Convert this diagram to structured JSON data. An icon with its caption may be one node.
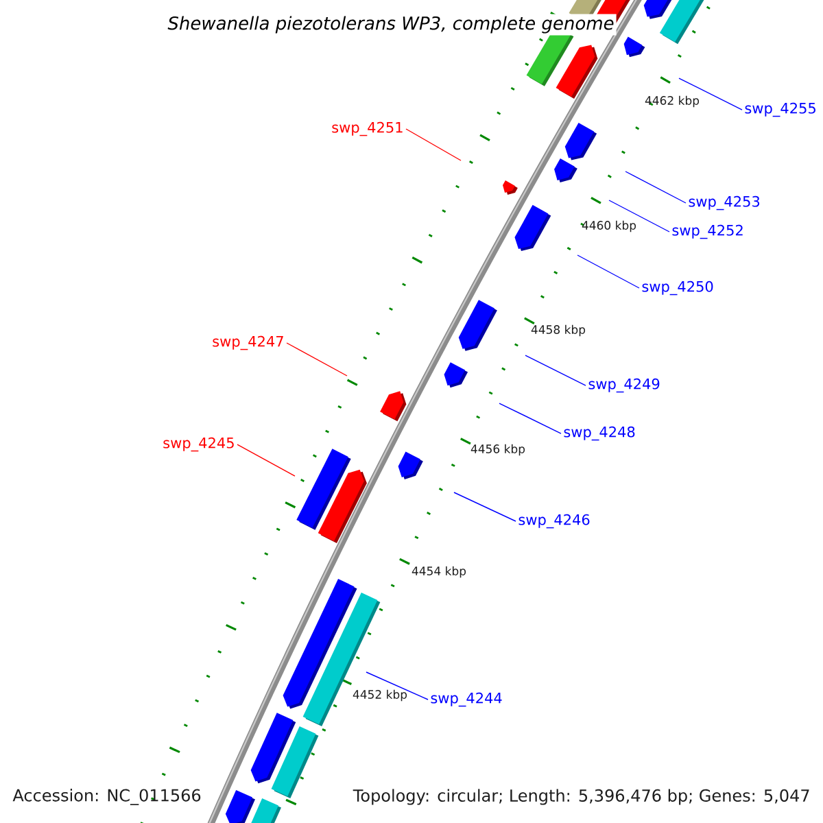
{
  "diagram": {
    "title": "Shewanella piezotolerans WP3, complete genome",
    "nodes": [
      {
        "text": [
          "swp_4255"
        ]
      },
      {
        "text": [
          "swp_4251"
        ]
      },
      {
        "text": [
          "swp_4253"
        ]
      },
      {
        "text": [
          "swp_4252"
        ]
      },
      {
        "text": [
          "swp_4250"
        ]
      },
      {
        "text": [
          "swp_4247"
        ]
      },
      {
        "text": [
          "swp_4249"
        ]
      },
      {
        "text": [
          "swp_4248"
        ]
      },
      {
        "text": [
          "swp_4245"
        ]
      },
      {
        "text": [
          "swp_4246"
        ]
      },
      {
        "text": [
          "swp_4244"
        ]
      }
    ],
    "edges": [
      {
        "from": 0,
        "to": null,
        "arrow": "none"
      },
      {
        "from": 1,
        "to": null,
        "arrow": "none",
        "color": "#ff0000"
      },
      {
        "from": 2,
        "to": null,
        "arrow": "none"
      },
      {
        "from": 3,
        "to": null,
        "arrow": "none"
      },
      {
        "from": 4,
        "to": null,
        "arrow": "none"
      },
      {
        "from": 5,
        "to": null,
        "arrow": "none",
        "color": "#ff0000"
      },
      {
        "from": 6,
        "to": null,
        "arrow": "none"
      },
      {
        "from": 7,
        "to": null,
        "arrow": "none"
      },
      {
        "from": 8,
        "to": null,
        "arrow": "none",
        "color": "#ff0000"
      },
      {
        "from": 9,
        "to": null,
        "arrow": "none"
      },
      {
        "from": 10,
        "to": null,
        "arrow": "none"
      }
    ],
    "labels": [
      "4462 kbp",
      "4460 kbp",
      "4458 kbp",
      "4456 kbp",
      "4454 kbp",
      "4452 kbp",
      "Accession: NC_011566",
      "Topology: circular; Length: 5,396,476 bp; Genes: 5,047"
    ]
  }
}
